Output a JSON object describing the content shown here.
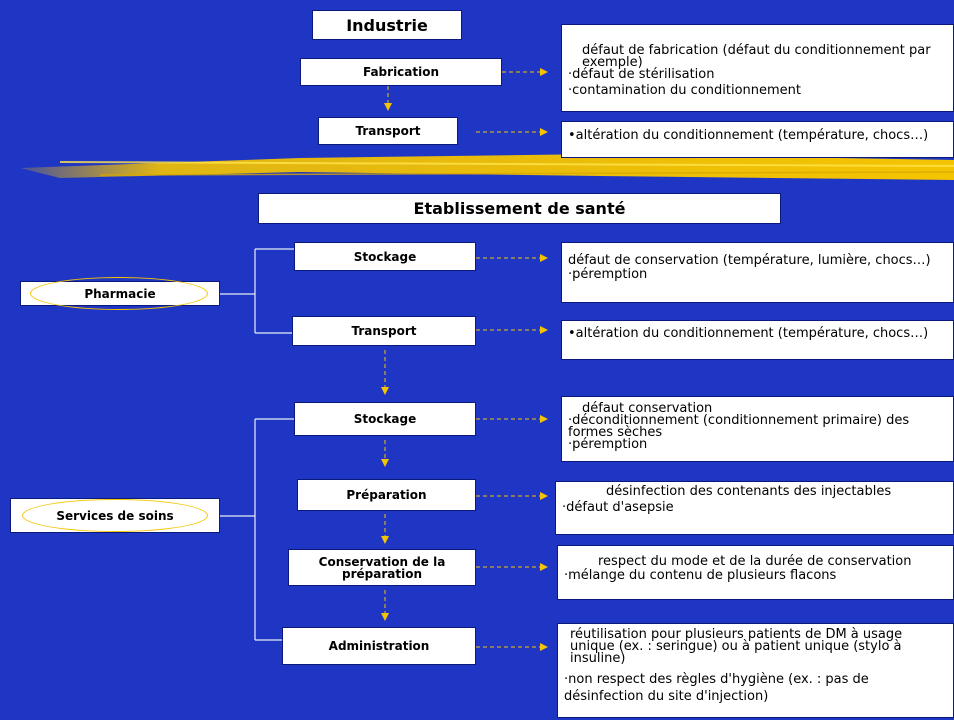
{
  "sections": {
    "industrie": "Industrie",
    "etablissement": "Etablissement de santé"
  },
  "units": {
    "pharmacie": "Pharmacie",
    "services": "Services de soins"
  },
  "stages": {
    "fabrication": "Fabrication",
    "transport_industrie": "Transport",
    "stockage_pharmacie": "Stockage",
    "transport_pharmacie": "Transport",
    "stockage_services": "Stockage",
    "preparation": "Préparation",
    "conservation": "Conservation de la préparation",
    "administration": "Administration"
  },
  "notes": {
    "fabrication": [
      "défaut de fabrication (défaut du conditionnement par exemple)",
      "·défaut de stérilisation",
      "·contamination du conditionnement"
    ],
    "transport_industrie": [
      "•altération du conditionnement (température, chocs…)"
    ],
    "stockage_pharmacie": [
      "défaut de conservation (température, lumière, chocs…)",
      "·péremption"
    ],
    "transport_pharmacie": [
      "•altération du conditionnement (température, chocs…)"
    ],
    "stockage_services": [
      "défaut conservation",
      "·déconditionnement (conditionnement primaire) des formes sèches",
      "·péremption"
    ],
    "preparation": [
      "désinfection des contenants des injectables",
      "·défaut d'asepsie"
    ],
    "conservation": [
      "respect du mode et de la durée de conservation",
      "·mélange du contenu de plusieurs flacons"
    ],
    "administration": [
      "réutilisation pour plusieurs patients de DM à usage unique (ex. : seringue) ou à patient unique (stylo à insuline)",
      "·non respect des règles d'hygiène (ex. : pas de désinfection du site d'injection)"
    ]
  },
  "colors": {
    "background": "#1f35c4",
    "arrow": "#f5c400",
    "box": "#ffffff"
  }
}
